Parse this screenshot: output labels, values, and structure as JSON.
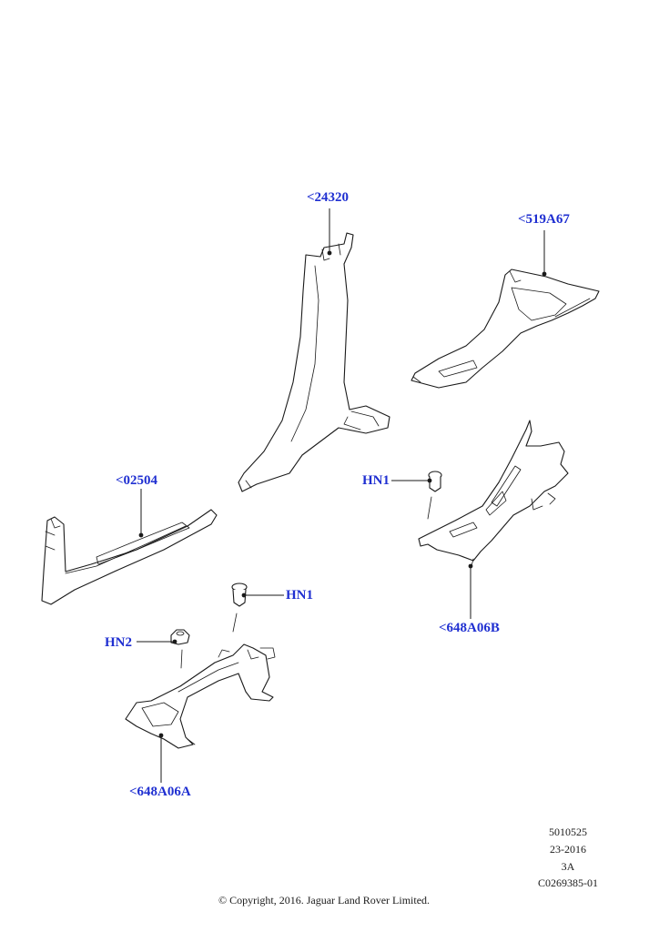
{
  "callouts": {
    "pillar": "<24320",
    "rear_trim": "<519A67",
    "sill": "<02504",
    "hn1_upper": "HN1",
    "hn1_lower": "HN1",
    "hn2": "HN2",
    "bracket_b": "<648A06B",
    "bracket_a": "<648A06A"
  },
  "reference": {
    "number": "5010525",
    "date_code": "23-2016",
    "sheet": "3A",
    "illustration_id": "C0269385-01"
  },
  "copyright": "© Copyright, 2016. Jaguar Land Rover Limited.",
  "colors": {
    "callout_text": "#1f2fd1",
    "line_art": "#1a1a1a"
  }
}
